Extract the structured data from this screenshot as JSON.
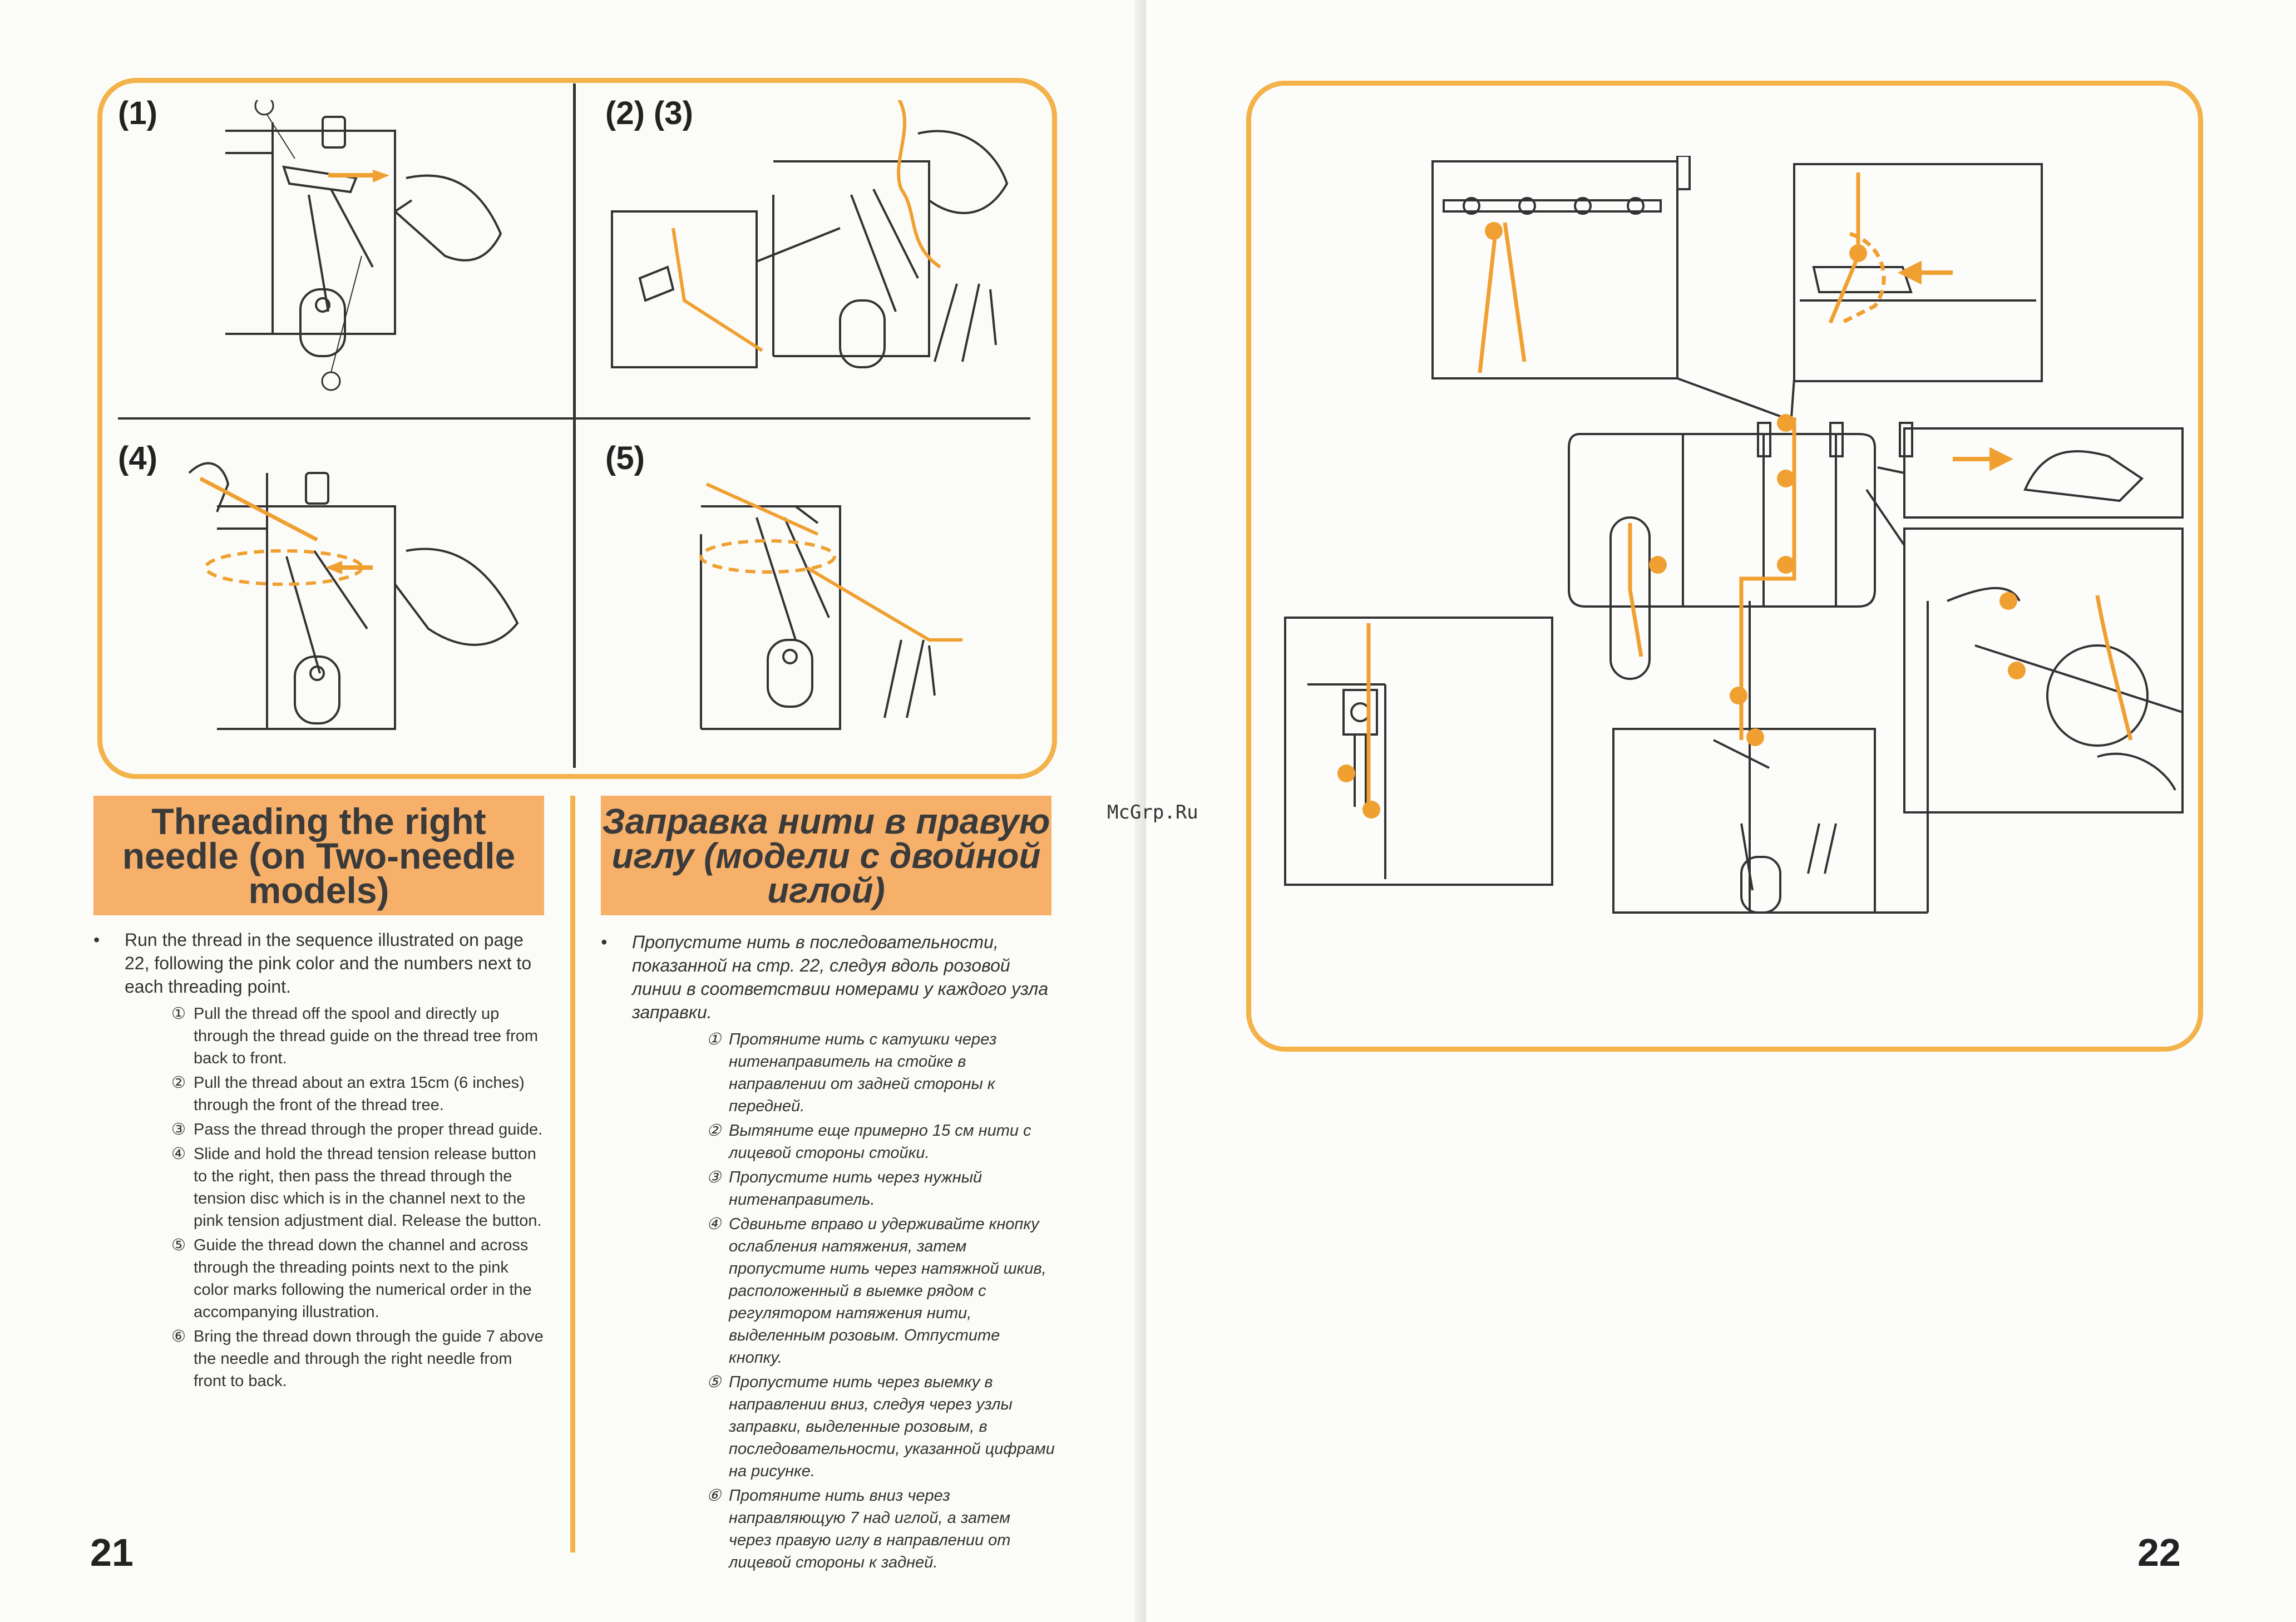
{
  "left_page": {
    "figure_labels": [
      "(1)",
      "(2) (3)",
      "(4)",
      "(5)"
    ],
    "heading_en": "Threading the right needle (on Two-needle models)",
    "heading_ru": "Заправка нити в правую иглу (модели с двойной иглой)",
    "en": {
      "intro": "Run the thread in the sequence illustrated on page 22, following the pink color and the numbers next to each threading point.",
      "steps": [
        {
          "n": "①",
          "text": "Pull the thread off the spool and directly up through the thread guide on the thread tree from back to front."
        },
        {
          "n": "②",
          "text": "Pull the thread about an extra 15cm (6 inches) through the front of the thread tree."
        },
        {
          "n": "③",
          "text": "Pass the thread through the proper thread guide."
        },
        {
          "n": "④",
          "text": "Slide and hold the thread tension release button to the right, then pass the thread through the tension disc which is in the channel next to the pink tension adjustment dial. Release the button."
        },
        {
          "n": "⑤",
          "text": "Guide the thread down the channel and across through the threading points next to the pink color marks following the numerical order in the accompanying illustration."
        },
        {
          "n": "⑥",
          "text": "Bring the thread down through the guide 7 above the needle and through the right needle from front to back."
        }
      ]
    },
    "ru": {
      "intro": "Пропустите нить в последовательности, показанной на стр. 22, следуя вдоль розовой линии в соответствии номерами у каждого узла заправки.",
      "steps": [
        {
          "n": "①",
          "text": "Протяните нить с катушки через нитенаправитель на стойке в направлении от задней стороны к передней."
        },
        {
          "n": "②",
          "text": "Вытяните еще примерно 15 см нити с лицевой стороны стойки."
        },
        {
          "n": "③",
          "text": "Пропустите нить через нужный нитенаправитель."
        },
        {
          "n": "④",
          "text": "Сдвиньте вправо и удерживайте кнопку ослабления натяжения, затем пропустите нить через натяжной шкив, расположенный в выемке рядом с регулятором натяжения нити, выделенным розовым. Отпустите кнопку."
        },
        {
          "n": "⑤",
          "text": "Пропустите нить через выемку в направлении вниз, следуя через узлы заправки, выделенные розовым, в последовательности, указанной цифрами на рисунке."
        },
        {
          "n": "⑥",
          "text": "Протяните нить вниз через направляющую 7 над иглой, а затем через правую иглу в направлении от лицевой стороны к задней."
        }
      ]
    },
    "page_number": "21"
  },
  "right_page": {
    "watermark": "McGrp.Ru",
    "page_number": "22"
  },
  "colors": {
    "accent": "#f3b24a",
    "thread": "#f0a030",
    "heading_bg": "#f6b06a"
  }
}
